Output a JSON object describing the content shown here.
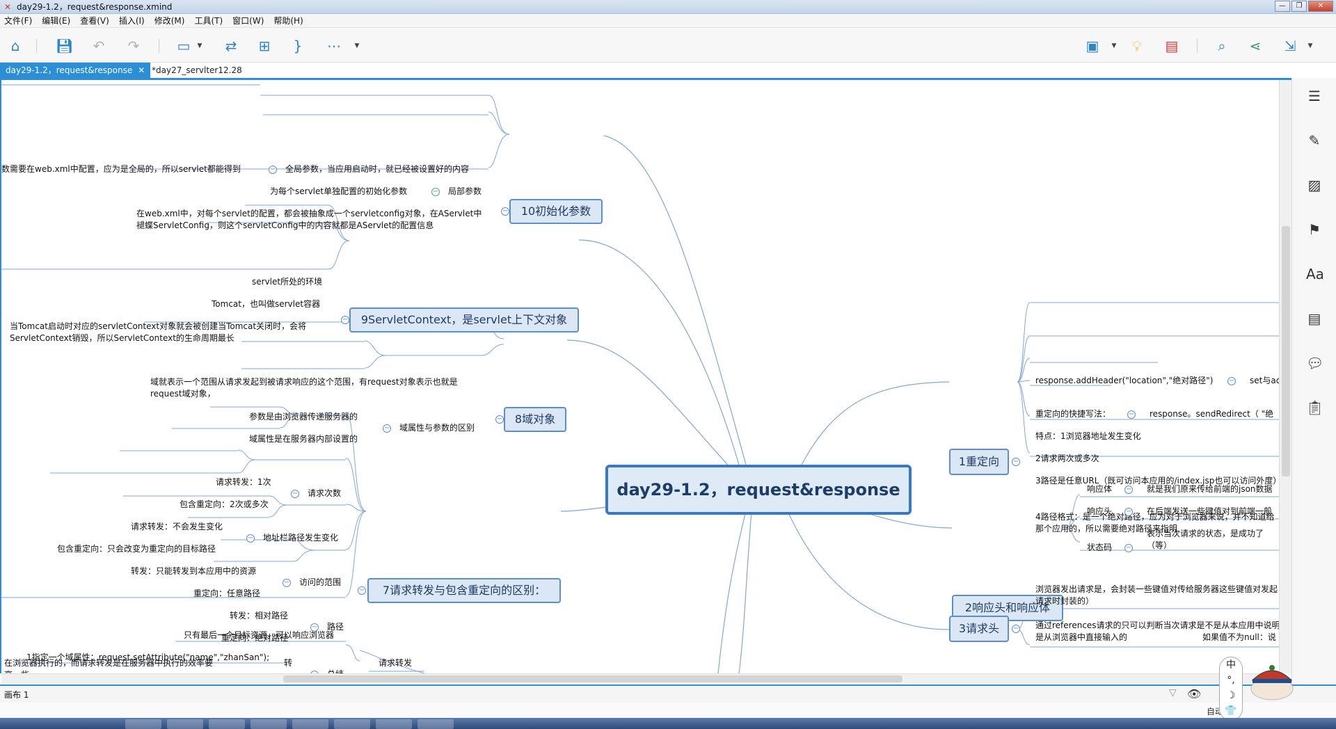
{
  "window": {
    "title": "day29-1.2，request&response.xmind"
  },
  "menu": [
    "文件(F)",
    "编辑(E)",
    "查看(V)",
    "插入(I)",
    "修改(M)",
    "工具(T)",
    "窗口(W)",
    "帮助(H)"
  ],
  "tabs": [
    {
      "label": "day29-1.2，request&response",
      "active": true
    },
    {
      "label": "*day27_servlter12.28",
      "active": false
    }
  ],
  "mindmap": {
    "central": "day29-1.2，request&response",
    "left": {
      "t10": {
        "title": "10初始化参数",
        "global_param": "全局参数，当应用启动时，就已经被设置好的内容",
        "global_desc": "数需要在web.xml中配置，应为是全局的，所以servlet都能得到",
        "local_param": "局部参数",
        "local_desc": "为每个servlet单独配置的初始化参数",
        "config_desc": "在web.xml中，对每个servlet的配置，都会被抽象成一个servletconfig对象，在AServlet中褪蝶ServletConfig，则这个servletConfig中的内容就都是AServlet的配置信息"
      },
      "t9": {
        "title": "9ServletContext，是servlet上下文对象",
        "env": "servlet所处的环境",
        "tomcat": "Tomcat，也叫做servlet容器",
        "lifecycle": "当Tomcat启动时对应的servletContext对象就会被创建当Tomcat关闭时，会将ServletContext销毁，所以ServletContext的生命周期最长"
      },
      "t8": {
        "title": "8域对象",
        "desc": "域就表示一个范围从请求发起到被请求响应的这个范围，有request对象表示也就是request域对象，",
        "diff": "域属性与参数的区别",
        "param": "参数是由浏览器传递服务器的",
        "attr": "域属性是在服务器内部设置的"
      },
      "t7": {
        "title": "7请求转发与包含重定向的区别：",
        "count": "请求次数",
        "count_fwd": "请求转发：1次",
        "count_red": "包含重定向：2次或多次",
        "addr": "地址栏路径发生变化",
        "addr_fwd": "请求转发：不会发生变化",
        "addr_red": "包含重定向：只会改变为重定向的目标路径",
        "scope": "访问的范围",
        "scope_fwd": "转发：只能转发到本应用中的资源",
        "scope_red": "重定向：任意路径",
        "path": "路径",
        "path_fwd": "转发：相对路径",
        "path_red": "重定向：绝对路径",
        "summary": "总结",
        "summary_desc": "在浏览器执行的，而请求转发是在服务器中执行的效率要高一些",
        "summary_char": "转"
      },
      "t6": {
        "forward": "请求转发",
        "last_only": "只有最后一个目标资源，可以响应浏览器",
        "set_attr": "1指定一个域属性：request.setAttribute(\"name\",\"zhanSan\");"
      }
    },
    "right": {
      "t1": {
        "title": "1重定向",
        "header": "response.addHeader(\"location\",\"绝对路径\")",
        "header_tail": "set与ad",
        "shortcut": "重定向的快捷写法：",
        "shortcut_code": "response。sendRedirect（ \"绝",
        "feature": "特点：1浏览器地址发生变化",
        "twice": "2请求两次或多次",
        "anyurl": "3路径是任意URL（既可访问本应用的/index.jsp也可以访问外度）",
        "format": "4路径格式：是一个绝对路径，应为对于浏览器来说，并不知道给那个应用的，所以需要绝对路径来指明"
      },
      "t2": {
        "title": "2响应头和响应体",
        "body": "响应体",
        "body_desc": "就是我们原来传给前端的json数据",
        "head": "响应头",
        "head_desc": "在后端发送一些键值对到前端一般",
        "status": "状态码",
        "status_desc": "表示当次请求的状态，是成功了（等）"
      },
      "t3": {
        "title": "3请求头",
        "desc1": "浏览器发出请求是，会封装一些键值对传给服务器这些键值对发起请求时封装的）",
        "desc2": "通过references请求的只可以判断当次请求是不是从本应用中说明是从浏览器中直接输入的",
        "desc2_tail": "如果值不为null：说"
      }
    }
  },
  "status": {
    "sheet": "画布 1",
    "auto": "自动"
  },
  "ime": [
    "中",
    "°,",
    "☽",
    "👕"
  ],
  "colors": {
    "accent": "#2a8fd6",
    "topic_border": "#5b8fc9",
    "topic_fill": "#dbe7f5"
  }
}
